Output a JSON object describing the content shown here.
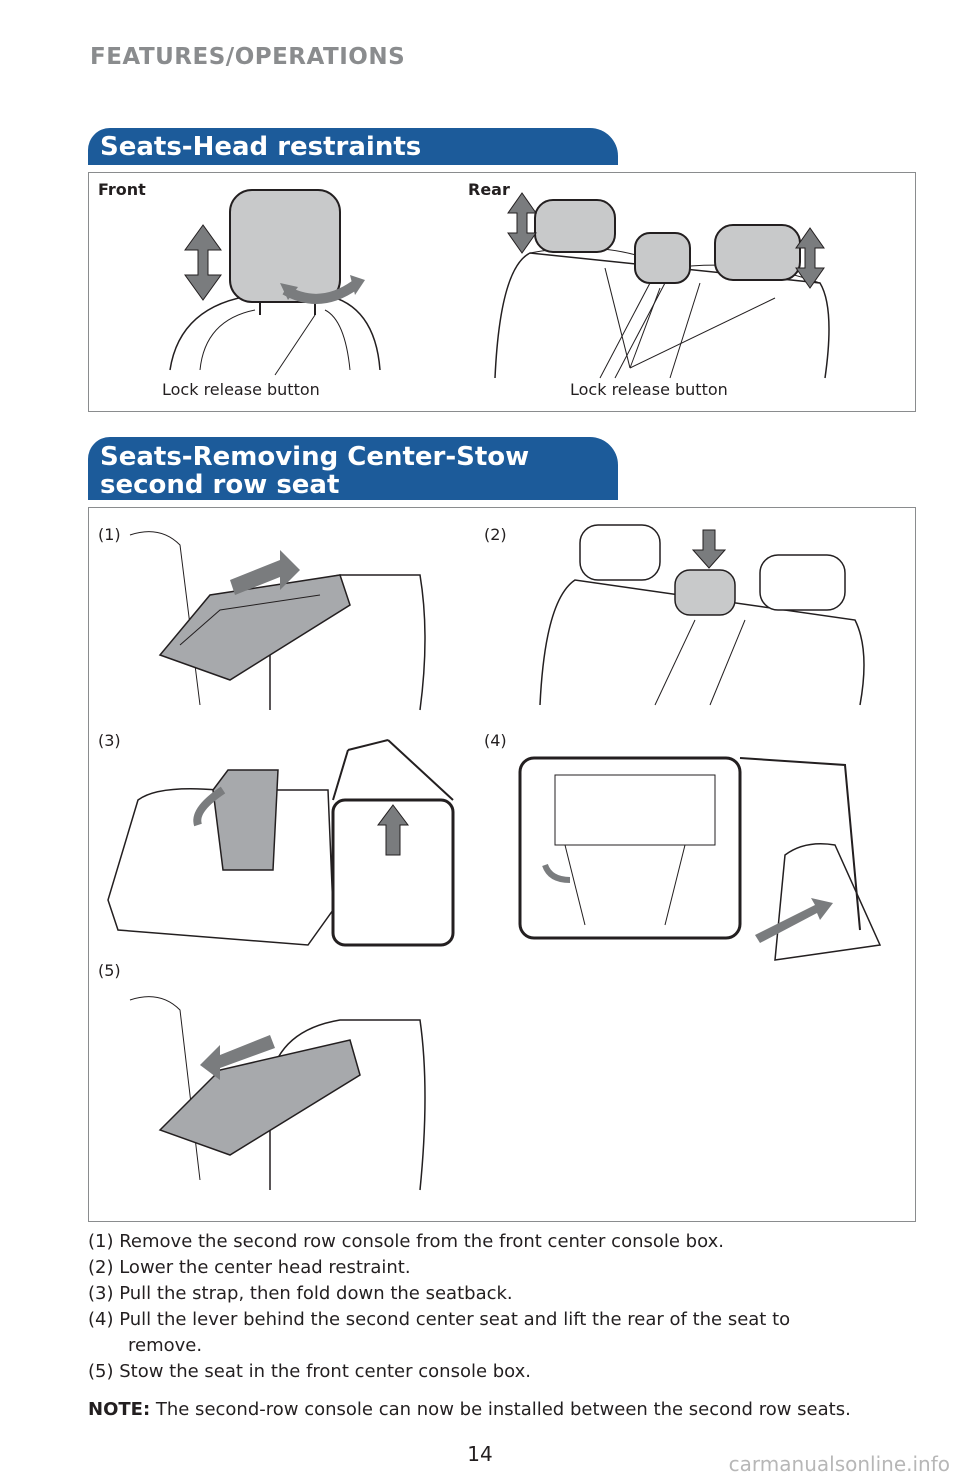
{
  "header": "FEATURES/OPERATIONS",
  "section1": {
    "title": "Seats-Head restraints",
    "front_label": "Front",
    "rear_label": "Rear",
    "front_callout": "Lock release button",
    "rear_callout": "Lock release button"
  },
  "section2": {
    "title_line1": "Seats-Removing Center-Stow",
    "title_line2": "second row seat",
    "fig_labels": [
      "(1)",
      "(2)",
      "(3)",
      "(4)",
      "(5)"
    ]
  },
  "steps": [
    "(1) Remove the second row console from the front center console box.",
    "(2) Lower the center head restraint.",
    "(3) Pull the strap, then fold down the seatback.",
    "(4) Pull the lever behind the second center seat and lift the rear of the seat to",
    "remove.",
    "(5) Stow the seat in the front center console box."
  ],
  "note": {
    "label": "NOTE:",
    "text": " The second-row console can now be installed between the second row seats."
  },
  "page_number": "14",
  "watermark": "carmanualsonline.info"
}
